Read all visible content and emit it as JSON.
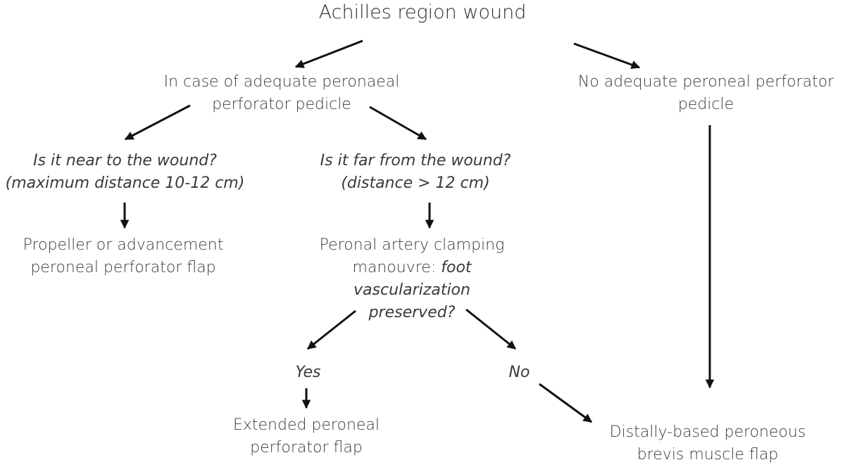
{
  "title": "Achilles region wound",
  "branch_adequate": {
    "line1": "In case of adequate peronaeal",
    "line2": "perforator pedicle"
  },
  "branch_no_adequate": {
    "line1": "No adequate peroneal perforator",
    "line2": "pedicle"
  },
  "q_near": {
    "line1": "Is it near to the wound?",
    "line2": "(maximum distance 10-12 cm)"
  },
  "q_far": {
    "line1": "Is it far from the wound?",
    "line2": "(distance > 12 cm)"
  },
  "result_propeller": {
    "line1": "Propeller or advancement",
    "line2": "peroneal perforator flap"
  },
  "clamping": {
    "line1": "Peronal artery clamping",
    "line2_plain": "manouvre: ",
    "line2_italic": "foot",
    "line3": "vascularization",
    "line4": "preserved?"
  },
  "answer_yes": "Yes",
  "answer_no": "No",
  "result_extended": {
    "line1": "Extended peroneal",
    "line2": "perforator flap"
  },
  "result_distal": {
    "line1": "Distally-based peroneous",
    "line2": "brevis muscle flap"
  }
}
